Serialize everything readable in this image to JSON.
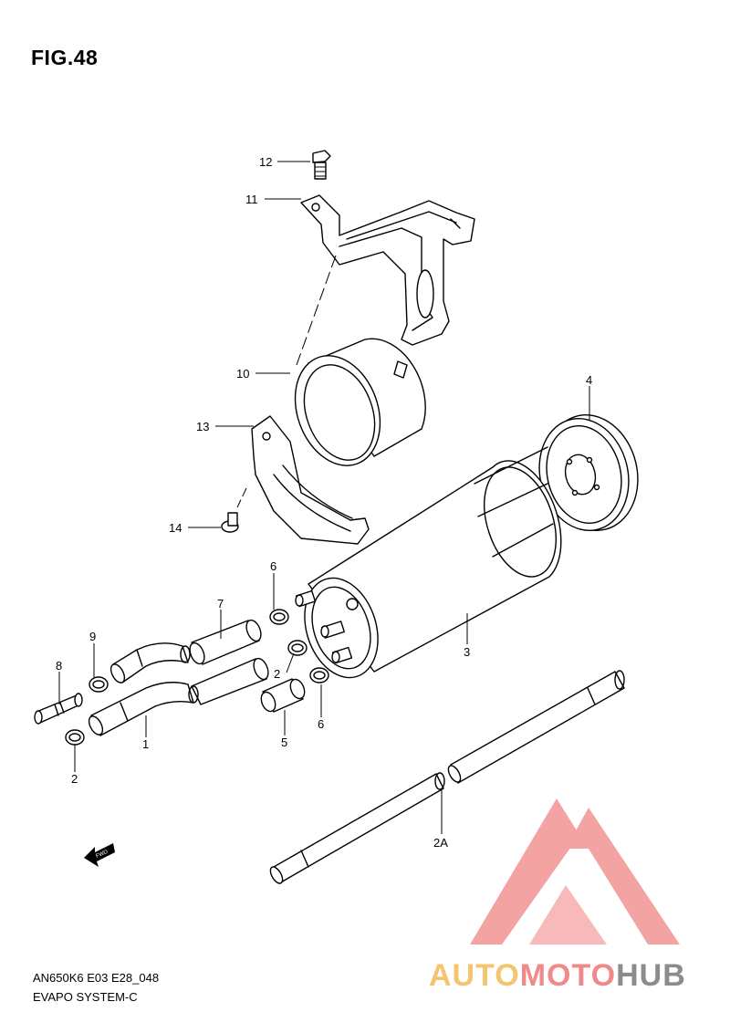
{
  "figure": {
    "title": "FIG.48"
  },
  "parts": {
    "p1": "1",
    "p2a": "2",
    "p2b": "2",
    "p2A": "2A",
    "p3": "3",
    "p4": "4",
    "p5": "5",
    "p6a": "6",
    "p6b": "6",
    "p7": "7",
    "p8": "8",
    "p9": "9",
    "p10": "10",
    "p11": "11",
    "p12": "12",
    "p13": "13",
    "p14": "14"
  },
  "fwd_arrow": {
    "label": "FWD"
  },
  "footer": {
    "code": "AN650K6 E03 E28_048",
    "name": "EVAPO SYSTEM-C"
  },
  "watermark": {
    "brand": "AUTOMOTOHUB",
    "colors": {
      "triangle": "#f4a3a3",
      "auto": "#f5c46e",
      "moto": "#f08a8a",
      "hub": "#8c8c8c"
    }
  }
}
